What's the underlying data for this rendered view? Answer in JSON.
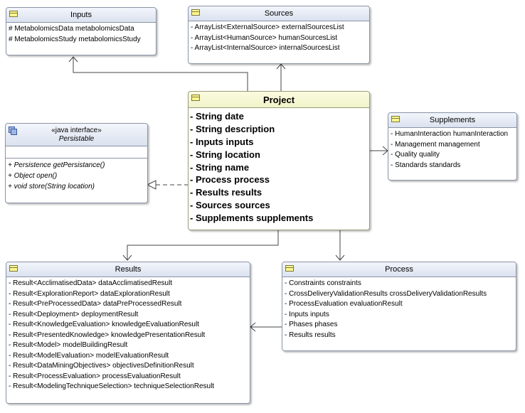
{
  "classes": {
    "inputs": {
      "name": "Inputs",
      "attributes": [
        "# MetabolomicsData metabolomicsData",
        "# MetabolomicsStudy metabolomicsStudy"
      ]
    },
    "sources": {
      "name": "Sources",
      "attributes": [
        "- ArrayList<ExternalSource> externalSourcesList",
        "- ArrayList<HumanSource> humanSourcesList",
        "- ArrayList<InternalSource> internalSourcesList"
      ]
    },
    "project": {
      "name": "Project",
      "attributes": [
        "- String date",
        "- String description",
        "- Inputs inputs",
        "- String location",
        "- String name",
        "- Process process",
        "- Results results",
        "- Sources sources",
        "- Supplements supplements"
      ]
    },
    "persistable": {
      "stereotype": "«java interface»",
      "name": "Persistable",
      "operations": [
        "+ Persistence getPersistance()",
        "+ Object open()",
        "+ void store(String location)"
      ]
    },
    "supplements": {
      "name": "Supplements",
      "attributes": [
        "- HumanInteraction humanInteraction",
        "- Management management",
        "- Quality quality",
        "- Standards standards"
      ]
    },
    "results": {
      "name": "Results",
      "attributes": [
        "- Result<AcclimatisedData> dataAcclimatisedResult",
        "- Result<ExplorationReport> dataExplorationResult",
        "- Result<PreProcessedData> dataPreProcessedResult",
        "- Result<Deployment> deploymentResult",
        "- Result<KnowledgeEvaluation> knowledgeEvaluationResult",
        "- Result<PresentedKnowledge> knowledgePresentationResult",
        "- Result<Model> modelBuildingResult",
        "- Result<ModelEvaluation> modelEvaluationResult",
        "- Result<DataMiningObjectives> objectivesDefinitionResult",
        "- Result<ProcessEvaluation> processEvaluationResult",
        "- Result<ModelingTechniqueSelection> techniqueSelectionResult"
      ]
    },
    "process": {
      "name": "Process",
      "attributes": [
        "- Constraints constraints",
        "- CrossDeliveryValidationResults crossDeliveryValidationResults",
        "- ProcessEvaluation evaluationResult",
        "- Inputs inputs",
        "- Phases phases",
        "- Results results"
      ]
    }
  }
}
